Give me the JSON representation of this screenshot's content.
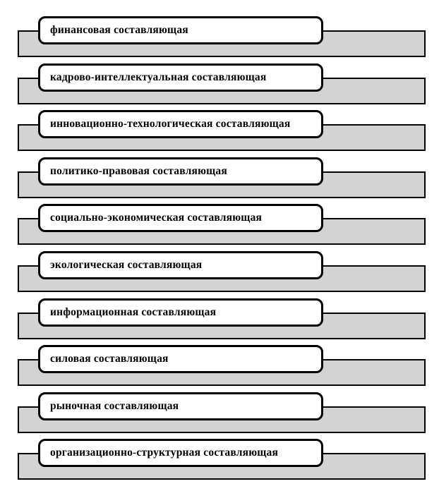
{
  "diagram": {
    "colors": {
      "box_fill": "#ffffff",
      "bar_fill": "#d3d3d3",
      "border": "#000000"
    },
    "rows": [
      {
        "label": "финансовая составляющая"
      },
      {
        "label": "кадрово-интеллектуальная составляющая"
      },
      {
        "label": "инновационно-технологическая составляющая"
      },
      {
        "label": "политико-правовая составляющая"
      },
      {
        "label": "социально-экономическая составляющая"
      },
      {
        "label": "экологическая составляющая"
      },
      {
        "label": "информационная составляющая"
      },
      {
        "label": "силовая составляющая"
      },
      {
        "label": "рыночная составляющая"
      },
      {
        "label": "организационно-структурная составляющая"
      }
    ]
  }
}
